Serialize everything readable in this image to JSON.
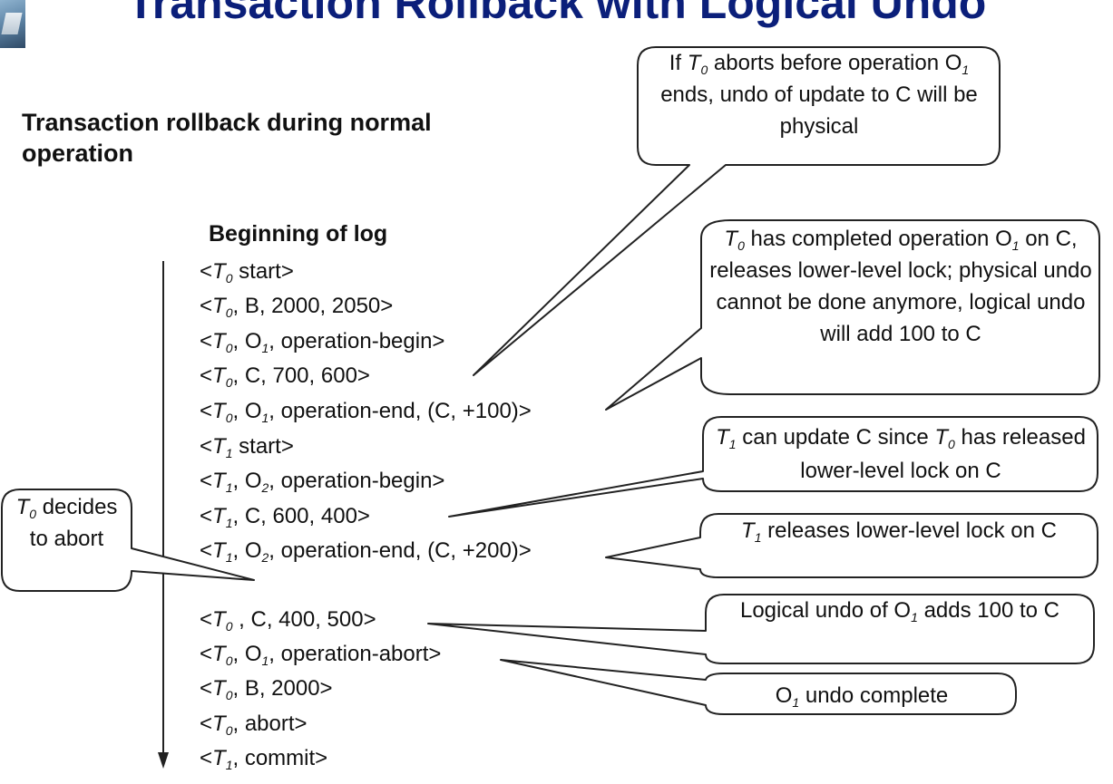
{
  "title": "Transaction Rollback with Logical Undo",
  "subtitle": "Transaction rollback during normal operation",
  "log": {
    "heading": "Beginning of log",
    "entries": [
      "<T0 start>",
      "<T0, B, 2000, 2050>",
      "<T0, O1, operation-begin>",
      "<T0, C, 700, 600>",
      "<T0, O1, operation-end, (C, +100)>",
      "<T1 start>",
      "<T1, O2, operation-begin>",
      "<T1, C, 600, 400>",
      "<T1, O2, operation-end, (C, +200)>",
      "<T0 , C, 400, 500>",
      "<T0, O1, operation-abort>",
      "<T0, B, 2000>",
      "<T0, abort>",
      "<T1, commit>"
    ]
  },
  "callouts": {
    "abort_before_end": "If T0 aborts before operation O1 ends, undo of update to C will be physical",
    "completed_o1": "T0 has completed operation O1 on C, releases lower-level lock; physical undo cannot be done anymore, logical undo will add 100 to C",
    "t1_update": "T1 can update C since T0 has released lower-level lock on C",
    "t1_release": "T1 releases lower-level lock on C",
    "logical_undo": "Logical undo of O1 adds 100 to C",
    "undo_complete": "O1 undo complete",
    "t0_decides": "T0 decides to abort"
  },
  "colors": {
    "title": "#0b1f7a",
    "text": "#111111",
    "stroke": "#222222"
  }
}
